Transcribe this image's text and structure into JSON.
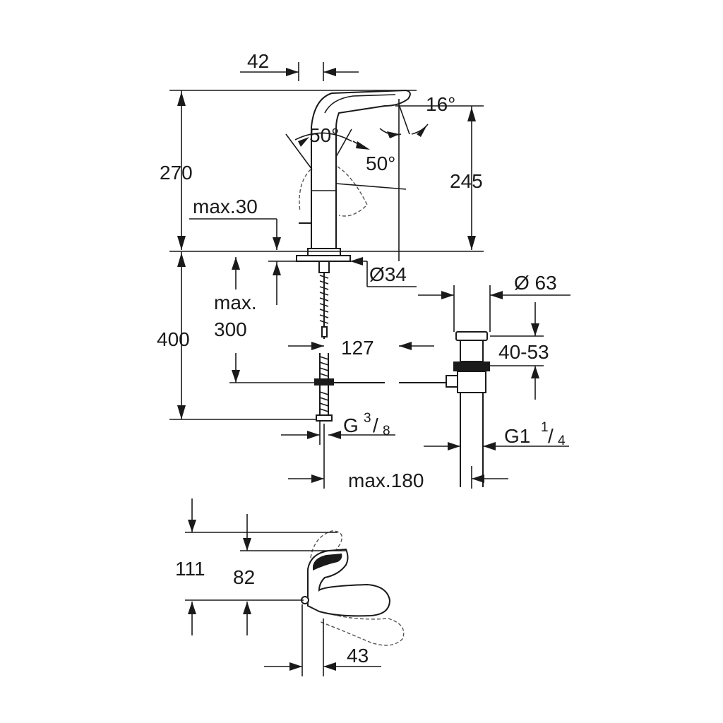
{
  "dimensions": {
    "d42": "42",
    "angle16": "16°",
    "angle50a": "50°",
    "angle50b": "50°",
    "d270": "270",
    "d245": "245",
    "max30": "max.30",
    "d34": "Ø34",
    "d63": "Ø 63",
    "max300_line1": "max.",
    "max300_line2": "300",
    "d400": "400",
    "d127": "127",
    "d40_53": "40-53",
    "g38_base": "G",
    "g38_num": "3",
    "g38_sep": "/",
    "g38_den": "8",
    "g114_base": "G1",
    "g114_num": "1",
    "g114_sep": "/",
    "g114_den": "4",
    "max180": "max.180",
    "d111": "111",
    "d82": "82",
    "d43": "43"
  }
}
